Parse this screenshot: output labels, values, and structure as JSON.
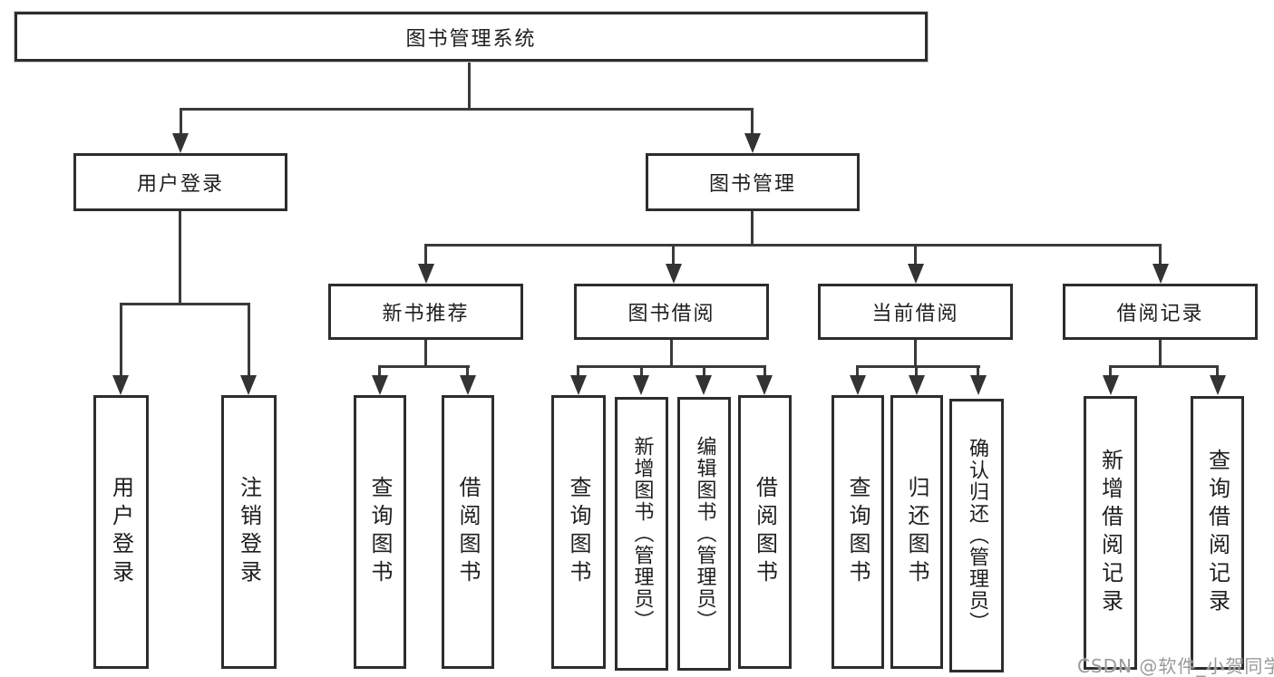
{
  "diagram": {
    "root": {
      "label": "图书管理系统"
    },
    "branches": [
      {
        "label": "用户登录",
        "children": [
          {
            "label": "用户登录"
          },
          {
            "label": "注销登录"
          }
        ]
      },
      {
        "label": "图书管理",
        "sections": [
          {
            "label": "新书推荐",
            "children": [
              {
                "label": "查询图书"
              },
              {
                "label": "借阅图书"
              }
            ]
          },
          {
            "label": "图书借阅",
            "children": [
              {
                "label": "查询图书"
              },
              {
                "label": "新增图书（管理员）"
              },
              {
                "label": "编辑图书（管理员）"
              },
              {
                "label": "借阅图书"
              }
            ]
          },
          {
            "label": "当前借阅",
            "children": [
              {
                "label": "查询图书"
              },
              {
                "label": "归还图书"
              },
              {
                "label": "确认归还（管理员）"
              }
            ]
          },
          {
            "label": "借阅记录",
            "children": [
              {
                "label": "新增借阅记录"
              },
              {
                "label": "查询借阅记录"
              }
            ]
          }
        ]
      }
    ],
    "watermark": "CSDN @软件_小贺同学"
  }
}
